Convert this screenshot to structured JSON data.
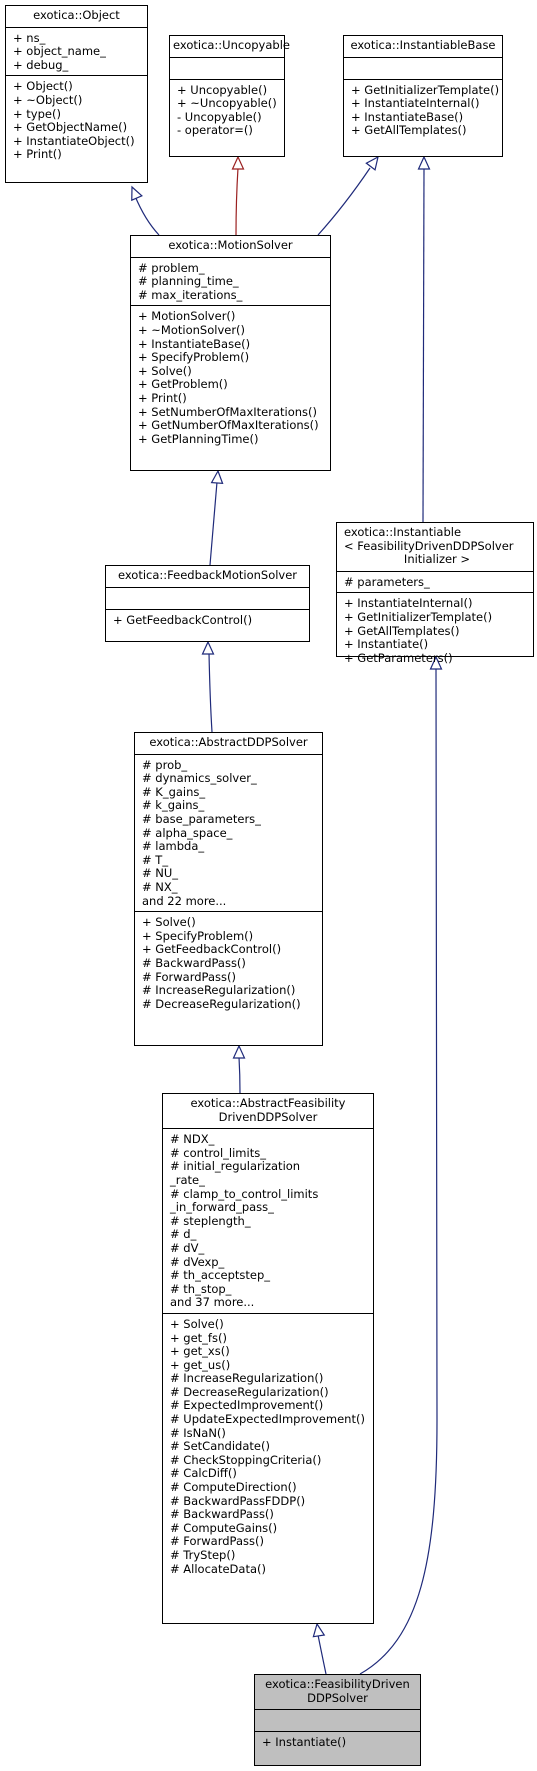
{
  "nodes": {
    "object": {
      "title": [
        "exotica::Object"
      ],
      "attributes": [
        "+ ns_",
        "+ object_name_",
        "+ debug_"
      ],
      "methods": [
        "+ Object()",
        "+ ~Object()",
        "+ type()",
        "+ GetObjectName()",
        "+ InstantiateObject()",
        "+ Print()"
      ]
    },
    "uncopyable": {
      "title": [
        "exotica::Uncopyable"
      ],
      "attributes": [],
      "methods": [
        "+ Uncopyable()",
        "+ ~Uncopyable()",
        "- Uncopyable()",
        "- operator=()"
      ]
    },
    "instantiable_base": {
      "title": [
        "exotica::InstantiableBase"
      ],
      "attributes": [],
      "methods": [
        "+ GetInitializerTemplate()",
        "+ InstantiateInternal()",
        "+ InstantiateBase()",
        "+ GetAllTemplates()"
      ]
    },
    "motion_solver": {
      "title": [
        "exotica::MotionSolver"
      ],
      "attributes": [
        "# problem_",
        "# planning_time_",
        "# max_iterations_"
      ],
      "methods": [
        "+ MotionSolver()",
        "+ ~MotionSolver()",
        "+ InstantiateBase()",
        "+ SpecifyProblem()",
        "+ Solve()",
        "+ GetProblem()",
        "+ Print()",
        "+ SetNumberOfMaxIterations()",
        "+ GetNumberOfMaxIterations()",
        "+ GetPlanningTime()"
      ]
    },
    "instantiable": {
      "title": [
        "exotica::Instantiable",
        "< FeasibilityDrivenDDPSolver",
        "Initializer >"
      ],
      "attributes": [
        "# parameters_"
      ],
      "methods": [
        "+ InstantiateInternal()",
        "+ GetInitializerTemplate()",
        "+ GetAllTemplates()",
        "+ Instantiate()",
        "+ GetParameters()"
      ]
    },
    "feedback_motion_solver": {
      "title": [
        "exotica::FeedbackMotionSolver"
      ],
      "attributes": [],
      "methods": [
        "+ GetFeedbackControl()"
      ]
    },
    "abstract_ddp_solver": {
      "title": [
        "exotica::AbstractDDPSolver"
      ],
      "attributes": [
        "# prob_",
        "# dynamics_solver_",
        "# K_gains_",
        "# k_gains_",
        "# base_parameters_",
        "# alpha_space_",
        "# lambda_",
        "# T_",
        "# NU_",
        "# NX_",
        "and 22 more..."
      ],
      "methods": [
        "+ Solve()",
        "+ SpecifyProblem()",
        "+ GetFeedbackControl()",
        "# BackwardPass()",
        "# ForwardPass()",
        "# IncreaseRegularization()",
        "# DecreaseRegularization()"
      ]
    },
    "abstract_feasibility": {
      "title": [
        "exotica::AbstractFeasibility",
        "DrivenDDPSolver"
      ],
      "attributes": [
        "# NDX_",
        "# control_limits_",
        "# initial_regularization",
        "_rate_",
        "# clamp_to_control_limits",
        "_in_forward_pass_",
        "# steplength_",
        "# d_",
        "# dV_",
        "# dVexp_",
        "# th_acceptstep_",
        "# th_stop_",
        "and 37 more..."
      ],
      "methods": [
        "+ Solve()",
        "+ get_fs()",
        "+ get_xs()",
        "+ get_us()",
        "# IncreaseRegularization()",
        "# DecreaseRegularization()",
        "# ExpectedImprovement()",
        "# UpdateExpectedImprovement()",
        "# IsNaN()",
        "# SetCandidate()",
        "# CheckStoppingCriteria()",
        "# CalcDiff()",
        "# ComputeDirection()",
        "# BackwardPassFDDP()",
        "# BackwardPass()",
        "# ComputeGains()",
        "# ForwardPass()",
        "# TryStep()",
        "# AllocateData()"
      ]
    },
    "feasibility_driven": {
      "title": [
        "exotica::FeasibilityDriven",
        "DDPSolver"
      ],
      "attributes": [],
      "methods": [
        "+ Instantiate()"
      ]
    }
  },
  "colors": {
    "inheritance_edge": "#1f2a7a",
    "private_edge": "#9a2020",
    "highlight_fill": "#bfbfbf"
  }
}
